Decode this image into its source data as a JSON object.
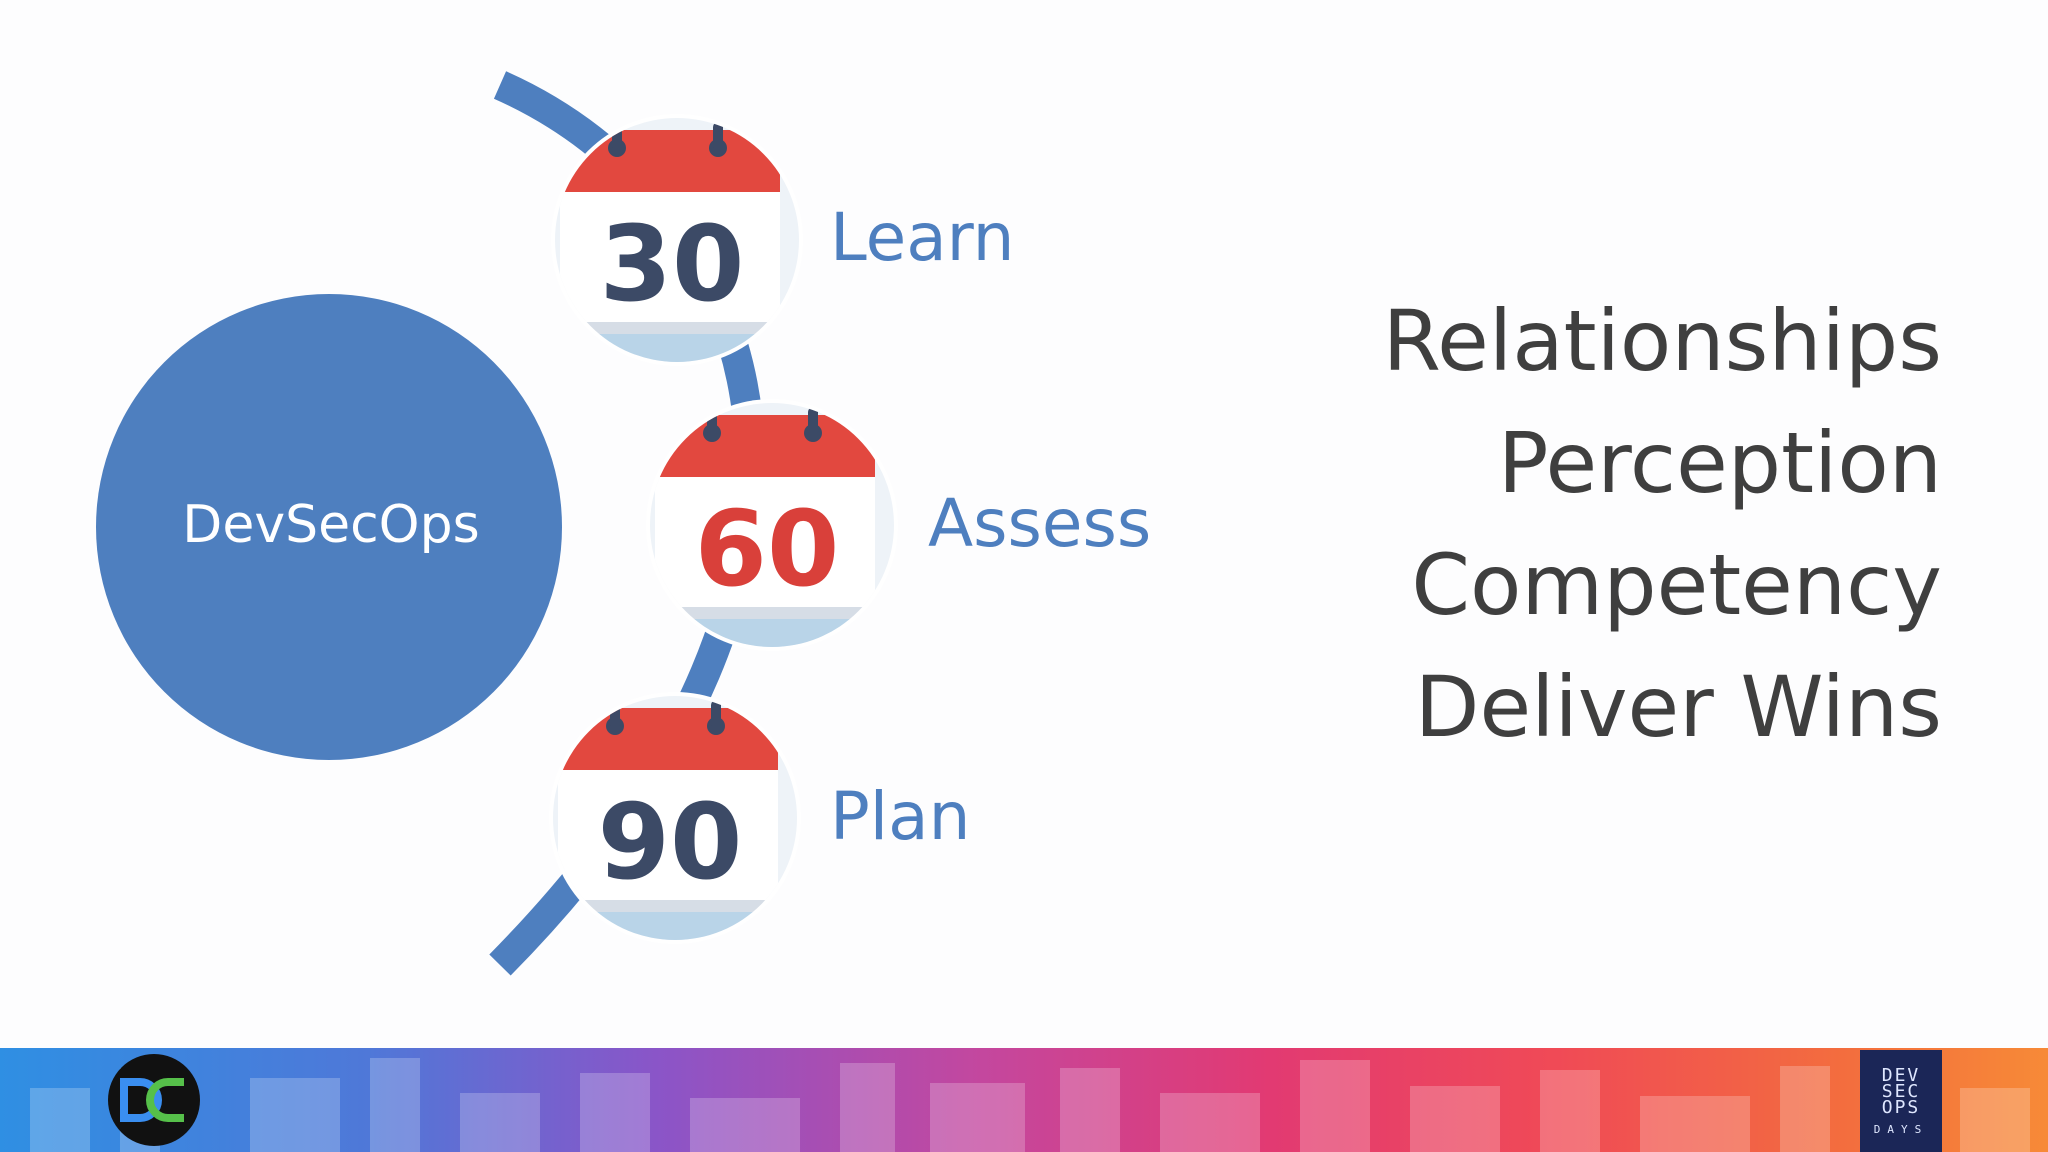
{
  "diagram": {
    "hub": "DevSecOps",
    "steps": [
      {
        "number": "30",
        "label": "Learn",
        "number_color": "#3c4a66"
      },
      {
        "number": "60",
        "label": "Assess",
        "number_color": "#d9403a"
      },
      {
        "number": "90",
        "label": "Plan",
        "number_color": "#3c4a66"
      }
    ],
    "colors": {
      "accent": "#4e7fbf",
      "calendar_red": "#e2483f",
      "hub": "#4e7fbf"
    }
  },
  "focus_list": [
    "Relationships",
    "Perception",
    "Competency",
    "Deliver Wins"
  ],
  "footer": {
    "left_logo": "devsecops-community-logo",
    "right_logo_lines": [
      "DEV",
      "SEC",
      "OPS",
      "DAYS"
    ]
  }
}
